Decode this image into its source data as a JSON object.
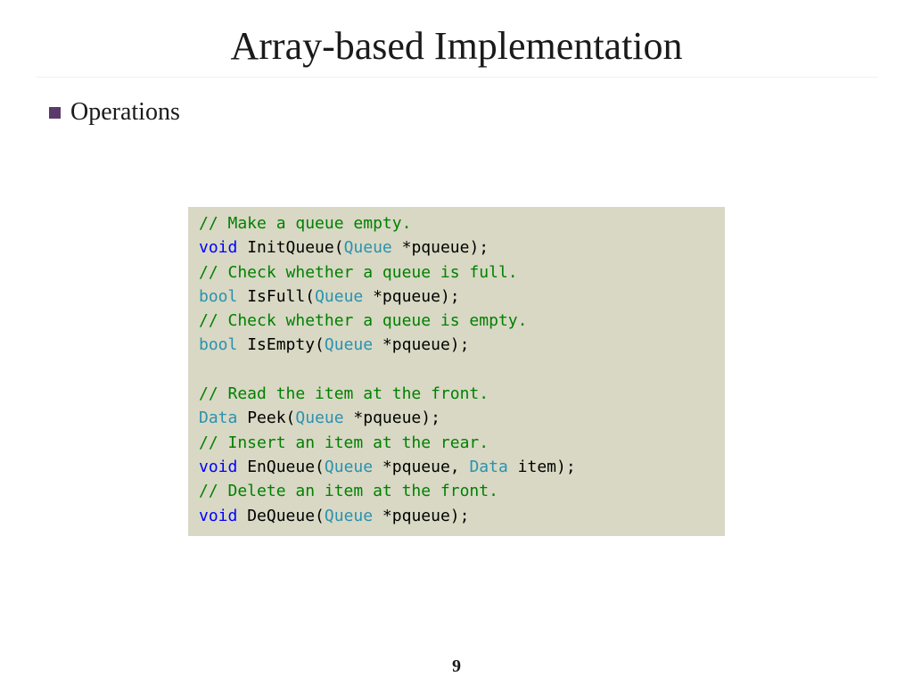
{
  "slide": {
    "title": "Array-based Implementation",
    "bullet": "Operations",
    "page_number": "9"
  },
  "colors": {
    "bullet": "#5b3a6b",
    "code_background": "#d8d8c4",
    "comment": "#008000",
    "keyword": "#0000ff",
    "type": "#2b91af",
    "plain": "#000000"
  },
  "code_lines": [
    [
      {
        "t": "// Make a queue empty.",
        "k": "comment"
      }
    ],
    [
      {
        "t": "void",
        "k": "keyword"
      },
      {
        "t": " InitQueue(",
        "k": "plain"
      },
      {
        "t": "Queue",
        "k": "type"
      },
      {
        "t": " *pqueue);",
        "k": "plain"
      }
    ],
    [
      {
        "t": "// Check whether a queue is full.",
        "k": "comment"
      }
    ],
    [
      {
        "t": "bool",
        "k": "type"
      },
      {
        "t": " IsFull(",
        "k": "plain"
      },
      {
        "t": "Queue",
        "k": "type"
      },
      {
        "t": " *pqueue);",
        "k": "plain"
      }
    ],
    [
      {
        "t": "// Check whether a queue is empty.",
        "k": "comment"
      }
    ],
    [
      {
        "t": "bool",
        "k": "type"
      },
      {
        "t": " IsEmpty(",
        "k": "plain"
      },
      {
        "t": "Queue",
        "k": "type"
      },
      {
        "t": " *pqueue);",
        "k": "plain"
      }
    ],
    [],
    [
      {
        "t": "// Read the item at the front.",
        "k": "comment"
      }
    ],
    [
      {
        "t": "Data",
        "k": "type"
      },
      {
        "t": " Peek(",
        "k": "plain"
      },
      {
        "t": "Queue",
        "k": "type"
      },
      {
        "t": " *pqueue);",
        "k": "plain"
      }
    ],
    [
      {
        "t": "// Insert an item at the rear.",
        "k": "comment"
      }
    ],
    [
      {
        "t": "void",
        "k": "keyword"
      },
      {
        "t": " EnQueue(",
        "k": "plain"
      },
      {
        "t": "Queue",
        "k": "type"
      },
      {
        "t": " *pqueue, ",
        "k": "plain"
      },
      {
        "t": "Data",
        "k": "type"
      },
      {
        "t": " item);",
        "k": "plain"
      }
    ],
    [
      {
        "t": "// Delete an item at the front.",
        "k": "comment"
      }
    ],
    [
      {
        "t": "void",
        "k": "keyword"
      },
      {
        "t": " DeQueue(",
        "k": "plain"
      },
      {
        "t": "Queue",
        "k": "type"
      },
      {
        "t": " *pqueue);",
        "k": "plain"
      }
    ]
  ]
}
